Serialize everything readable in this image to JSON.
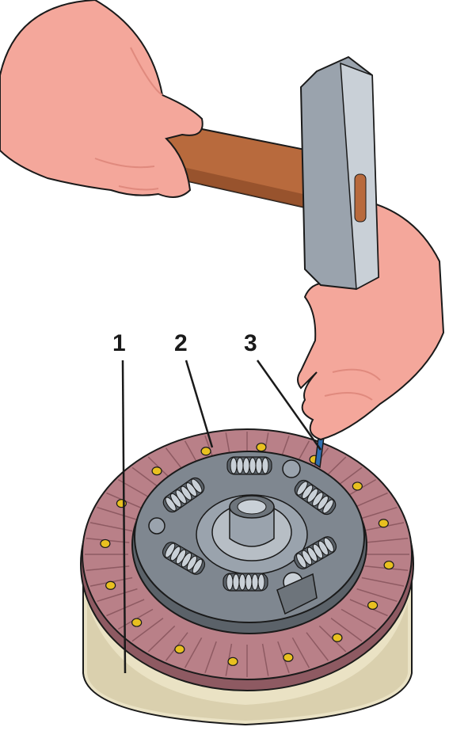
{
  "callouts": [
    {
      "id": "1",
      "label": "1"
    },
    {
      "id": "2",
      "label": "2"
    },
    {
      "id": "3",
      "label": "3"
    }
  ],
  "colors": {
    "skin": "#f4a79b",
    "skin_shadow": "#e08a7e",
    "handle": "#b86a3d",
    "handle_dark": "#8a4a26",
    "hammer_head": "#9aa3ad",
    "hammer_head_light": "#c9d0d7",
    "friction": "#b98088",
    "friction_dark": "#8e5a62",
    "hub": "#7f8790",
    "hub_dark": "#5b6269",
    "spring": "#6d747b",
    "base": "#eae2c4",
    "base_shadow": "#cfc4a0",
    "rivet": "#e8c020",
    "punch": "#2f6fb0",
    "outline": "#1a1a1a"
  },
  "icons": [
    "hammer-icon",
    "punch-icon",
    "clutch-disc-icon"
  ]
}
